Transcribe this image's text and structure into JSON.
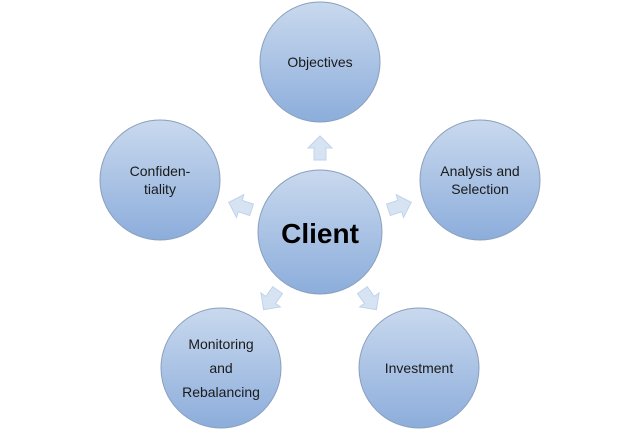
{
  "diagram": {
    "center": {
      "label": "Client"
    },
    "nodes": [
      {
        "lines": [
          "Objectives"
        ]
      },
      {
        "lines": [
          "Analysis and",
          "Selection"
        ]
      },
      {
        "lines": [
          "Investment"
        ]
      },
      {
        "lines": [
          "Monitoring",
          "and",
          "Rebalancing"
        ]
      },
      {
        "lines": [
          "Confiden-",
          "tiality"
        ]
      }
    ]
  },
  "colors": {
    "circle_fill_top": "#c7d8ee",
    "circle_fill_bottom": "#8eb0dc",
    "circle_stroke": "#8a9fbd",
    "arrow_fill": "#d6e3f3",
    "text": "#1a1a1a"
  }
}
